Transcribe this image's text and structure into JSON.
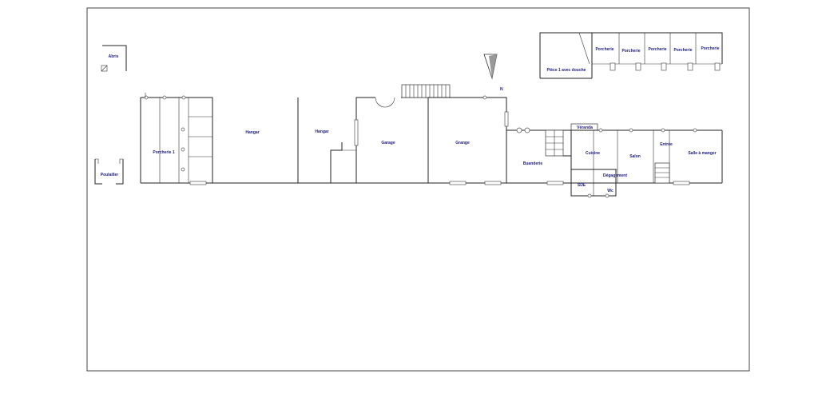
{
  "plan": {
    "rooms": {
      "abris": "Abris",
      "poulailler": "Poulailler",
      "porcherie_1": "Porcherie 1",
      "hangar_1": "Hangar",
      "hangar_2": "Hangar",
      "garage": "Garage",
      "grange": "Grange",
      "buanderie": "Buanderie",
      "veranda": "Véranda",
      "cuisine": "Cuisine",
      "salon": "Salon",
      "entree": "Entrée",
      "salle_a_manger": "Salle à manger",
      "degagement": "Dégagement",
      "sde": "SDE",
      "wc": "Wc",
      "piece_1": "Pièce 1 avec douche",
      "porcherie_a": "Porcherie",
      "porcherie_b": "Porcherie",
      "porcherie_c": "Porcherie",
      "porcherie_d": "Porcherie",
      "porcherie_e": "Porcherie"
    },
    "north_label": "N"
  }
}
